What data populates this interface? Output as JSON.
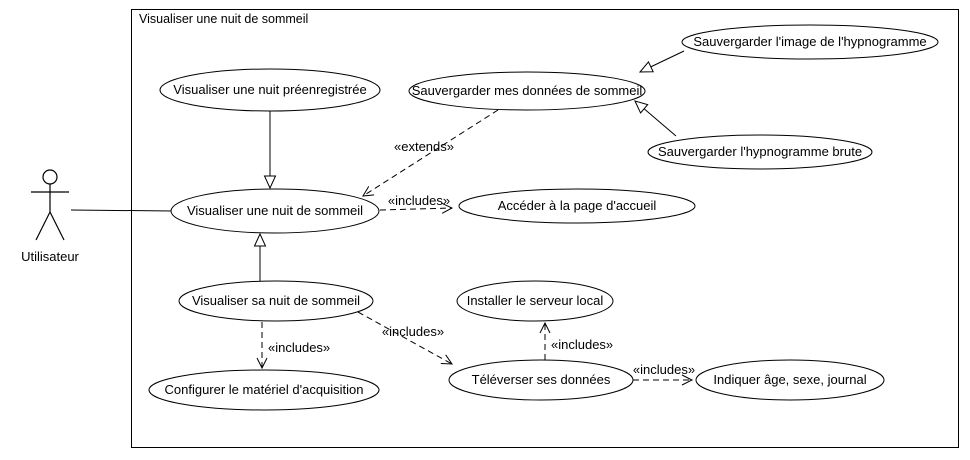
{
  "diagram": {
    "system": {
      "title": "Visualiser une nuit de sommeil"
    },
    "actor": {
      "label": "Utilisateur"
    },
    "usecases": [
      {
        "id": "visualiser-nuit-preenregistree",
        "label": "Visualiser une nuit préenregistrée"
      },
      {
        "id": "sauvegarder-donnees-sommeil",
        "label": "Sauvergarder mes données de sommeil"
      },
      {
        "id": "sauvegarder-image-hypnogramme",
        "label": "Sauvergarder l'image de l'hypnogramme"
      },
      {
        "id": "sauvegarder-hypnogramme-brute",
        "label": "Sauvergarder l'hypnogramme brute"
      },
      {
        "id": "visualiser-nuit-sommeil",
        "label": "Visualiser une nuit de sommeil"
      },
      {
        "id": "acceder-page-accueil",
        "label": "Accéder à la page d'accueil"
      },
      {
        "id": "visualiser-sa-nuit-sommeil",
        "label": "Visualiser sa nuit de sommeil"
      },
      {
        "id": "installer-serveur-local",
        "label": "Installer le serveur local"
      },
      {
        "id": "configurer-materiel-acquisition",
        "label": "Configurer le matériel d'acquisition"
      },
      {
        "id": "televerser-ses-donnees",
        "label": "Téléverser ses données"
      },
      {
        "id": "indiquer-age-sexe-journal",
        "label": "Indiquer âge, sexe, journal"
      }
    ],
    "relations": [
      {
        "type": "extend",
        "from": "sauvegarder-donnees-sommeil",
        "to": "visualiser-nuit-sommeil",
        "label": "«extends»"
      },
      {
        "type": "include",
        "from": "visualiser-nuit-sommeil",
        "to": "acceder-page-accueil",
        "label": "«includes»"
      },
      {
        "type": "include",
        "from": "visualiser-sa-nuit-sommeil",
        "to": "configurer-materiel-acquisition",
        "label": "«includes»"
      },
      {
        "type": "include",
        "from": "visualiser-sa-nuit-sommeil",
        "to": "televerser-ses-donnees",
        "label": "«includes»"
      },
      {
        "type": "include",
        "from": "televerser-ses-donnees",
        "to": "installer-serveur-local",
        "label": "«includes»"
      },
      {
        "type": "include",
        "from": "televerser-ses-donnees",
        "to": "indiquer-age-sexe-journal",
        "label": "«includes»"
      }
    ],
    "colors": {
      "stroke": "#000000",
      "shape_fill": "#ffffff",
      "background": "#ffffff"
    }
  }
}
